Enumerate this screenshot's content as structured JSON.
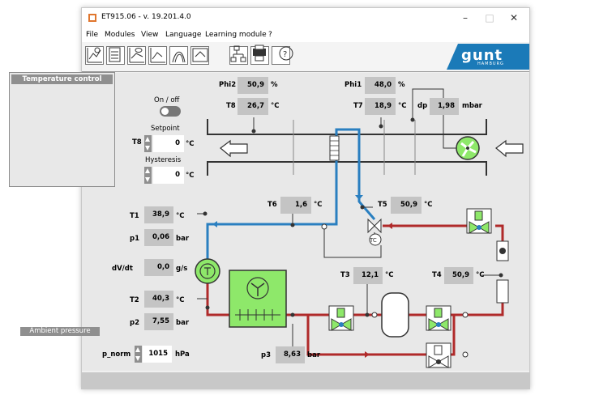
{
  "window": {
    "title": "ET915.06 - v. 19.201.4.0"
  },
  "menu": [
    "File",
    "Modules",
    "View",
    "Language",
    "Learning module",
    "?"
  ],
  "brand": {
    "logo": "gunt",
    "sub": "HAMBURG"
  },
  "temp_control": {
    "title": "Temperature control",
    "onoff_label": "On / off",
    "setpoint_label": "Setpoint",
    "t8_label": "T8",
    "setpoint_value": "0",
    "setpoint_unit": "°C",
    "hysteresis_label": "Hysteresis",
    "hysteresis_value": "0",
    "hysteresis_unit": "°C"
  },
  "readings": {
    "phi2": {
      "label": "Phi2",
      "value": "50,9",
      "unit": "%"
    },
    "t8": {
      "label": "T8",
      "value": "26,7",
      "unit": "°C"
    },
    "phi1": {
      "label": "Phi1",
      "value": "48,0",
      "unit": "%"
    },
    "t7": {
      "label": "T7",
      "value": "18,9",
      "unit": "°C"
    },
    "dp": {
      "label": "dp",
      "value": "1,98",
      "unit": "mbar"
    },
    "t6": {
      "label": "T6",
      "value": "1,6",
      "unit": "°C"
    },
    "t5": {
      "label": "T5",
      "value": "50,9",
      "unit": "°C"
    },
    "t1": {
      "label": "T1",
      "value": "38,9",
      "unit": "°C"
    },
    "p1": {
      "label": "p1",
      "value": "0,06",
      "unit": "bar"
    },
    "dvdt": {
      "label": "dV/dt",
      "value": "0,0",
      "unit": "g/s"
    },
    "t2": {
      "label": "T2",
      "value": "40,3",
      "unit": "°C"
    },
    "p2": {
      "label": "p2",
      "value": "7,55",
      "unit": "bar"
    },
    "t3": {
      "label": "T3",
      "value": "12,1",
      "unit": "°C"
    },
    "t4": {
      "label": "T4",
      "value": "50,9",
      "unit": "°C"
    },
    "p3": {
      "label": "p3",
      "value": "8,63",
      "unit": "bar"
    }
  },
  "ambient": {
    "title": "Ambient pressure",
    "label": "p_norm",
    "value": "1015",
    "unit": "hPa"
  },
  "colors": {
    "hot": "#b02a2a",
    "cold": "#2a7fc0",
    "component": "#8ee86a"
  }
}
